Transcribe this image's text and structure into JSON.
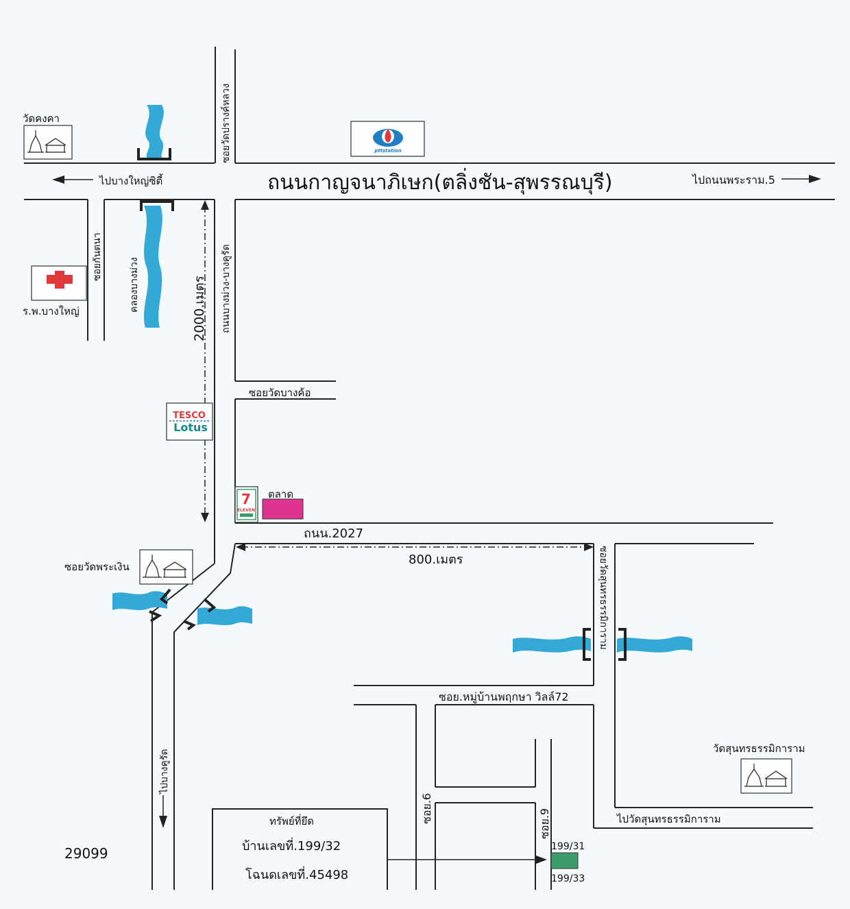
{
  "roads": {
    "main_road": "ถนนกาญจนาภิเษก(ตลิ่งชัน-สุพรรณบุรี)",
    "to_bang_yai_city": "ไปบางใหญ่ซิตี้",
    "to_rama5": "ไปถนนพระราม.5",
    "soi_wat_prang_luang": "ซอยวัดปรางค์หลวง",
    "soi_kan_tana": "ซอยกันตนา",
    "bang_muang_bang_kruai_road": "ถนนบางม่วง-บางคูรัด",
    "soi_wat_bang_khae": "ซอยวัดบางค้อ",
    "road_2027": "ถนน.2027",
    "to_bang_kruai": "ไปบางคูรัด",
    "soi_mu_ban_pruksa": "ซอย.หมู่บ้านพฤกษา วิลล์72",
    "soi_wat_sunthon": "ซอยวัดสุนทรธรรมิการาม",
    "soi_6": "ซอย.6",
    "soi_9": "ซอย.9",
    "to_wat_sunthon": "ไปวัดสุนทรธรรมิการาม"
  },
  "distances": {
    "vertical": "2000.เมตร",
    "horizontal": "800.เมตร"
  },
  "landmarks": {
    "wat_khongkha": "วัดคงคา",
    "ptt_station_logo": "pttstation",
    "hospital": "ร.พ.บางใหญ่",
    "canal_bang_muang": "คลองบางม่วง",
    "tesco_line1": "TESCO",
    "tesco_line2": "Lotus",
    "seven_eleven": "ELEVEN",
    "market": "ตลาด",
    "wat_phra_ngoen": "ซอยวัดพระเงิน",
    "wat_sunthon": "วัดสุนทรธรรมิการาม"
  },
  "property": {
    "title": "ทรัพย์ที่ยึด",
    "house_no": "บ้านเลขที่.199/32",
    "deed_no": "โฉนดเลขที่.45498",
    "neighbor_above": "199/31",
    "neighbor_below": "199/33"
  },
  "footer": {
    "code": "29099"
  },
  "colors": {
    "canal": "#35a9d6",
    "market": "#e0338f",
    "property_plot": "#3d9c6a",
    "hospital_cross": "#e03a3a",
    "ptt_logo": "#1f7fc0"
  }
}
